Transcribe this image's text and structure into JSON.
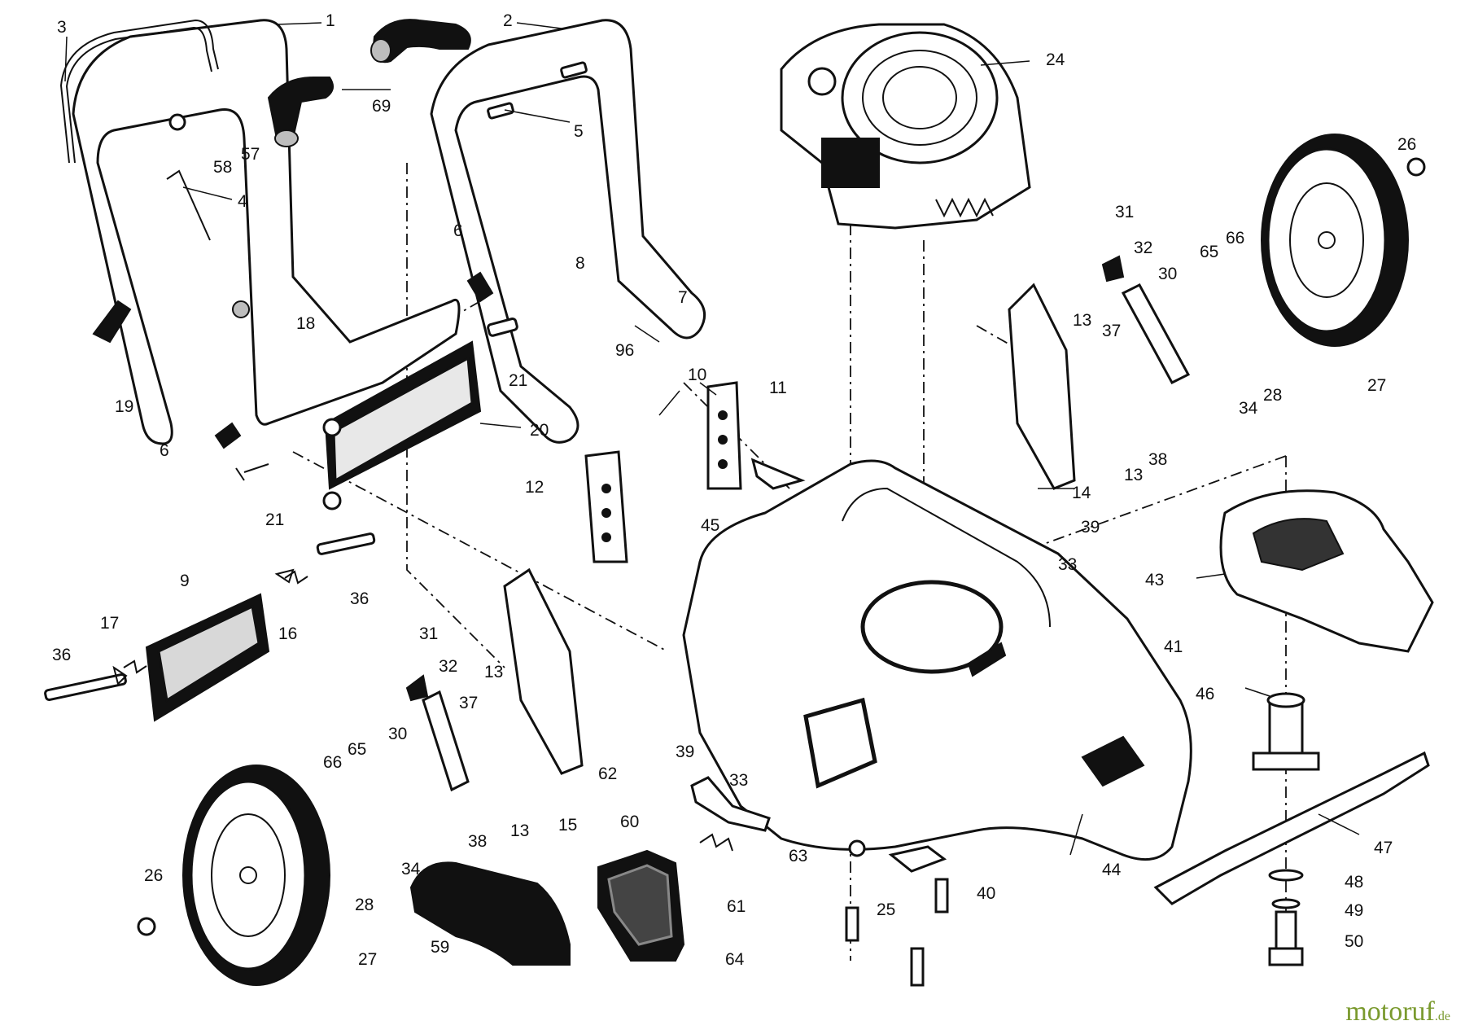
{
  "diagram": {
    "callouts": [
      {
        "id": "c1",
        "text": "1"
      },
      {
        "id": "c2",
        "text": "2"
      },
      {
        "id": "c3",
        "text": "3"
      },
      {
        "id": "c4",
        "text": "4"
      },
      {
        "id": "c5",
        "text": "5"
      },
      {
        "id": "c6a",
        "text": "6"
      },
      {
        "id": "c6b",
        "text": "6"
      },
      {
        "id": "c7",
        "text": "7"
      },
      {
        "id": "c8",
        "text": "8"
      },
      {
        "id": "c9",
        "text": "9"
      },
      {
        "id": "c10",
        "text": "10"
      },
      {
        "id": "c11",
        "text": "11"
      },
      {
        "id": "c12",
        "text": "12"
      },
      {
        "id": "c13a",
        "text": "13"
      },
      {
        "id": "c13b",
        "text": "13"
      },
      {
        "id": "c13c",
        "text": "13"
      },
      {
        "id": "c13d",
        "text": "13"
      },
      {
        "id": "c14",
        "text": "14"
      },
      {
        "id": "c15",
        "text": "15"
      },
      {
        "id": "c16",
        "text": "16"
      },
      {
        "id": "c17",
        "text": "17"
      },
      {
        "id": "c18",
        "text": "18"
      },
      {
        "id": "c19",
        "text": "19"
      },
      {
        "id": "c20",
        "text": "20"
      },
      {
        "id": "c21a",
        "text": "21"
      },
      {
        "id": "c21b",
        "text": "21"
      },
      {
        "id": "c24",
        "text": "24"
      },
      {
        "id": "c25",
        "text": "25"
      },
      {
        "id": "c26a",
        "text": "26"
      },
      {
        "id": "c26b",
        "text": "26"
      },
      {
        "id": "c27a",
        "text": "27"
      },
      {
        "id": "c27b",
        "text": "27"
      },
      {
        "id": "c28a",
        "text": "28"
      },
      {
        "id": "c28b",
        "text": "28"
      },
      {
        "id": "c30a",
        "text": "30"
      },
      {
        "id": "c30b",
        "text": "30"
      },
      {
        "id": "c31a",
        "text": "31"
      },
      {
        "id": "c31b",
        "text": "31"
      },
      {
        "id": "c32a",
        "text": "32"
      },
      {
        "id": "c32b",
        "text": "32"
      },
      {
        "id": "c33a",
        "text": "33"
      },
      {
        "id": "c33b",
        "text": "33"
      },
      {
        "id": "c34a",
        "text": "34"
      },
      {
        "id": "c34b",
        "text": "34"
      },
      {
        "id": "c36a",
        "text": "36"
      },
      {
        "id": "c36b",
        "text": "36"
      },
      {
        "id": "c37a",
        "text": "37"
      },
      {
        "id": "c37b",
        "text": "37"
      },
      {
        "id": "c38a",
        "text": "38"
      },
      {
        "id": "c38b",
        "text": "38"
      },
      {
        "id": "c39a",
        "text": "39"
      },
      {
        "id": "c39b",
        "text": "39"
      },
      {
        "id": "c40",
        "text": "40"
      },
      {
        "id": "c41",
        "text": "41"
      },
      {
        "id": "c43",
        "text": "43"
      },
      {
        "id": "c44",
        "text": "44"
      },
      {
        "id": "c45",
        "text": "45"
      },
      {
        "id": "c46",
        "text": "46"
      },
      {
        "id": "c47",
        "text": "47"
      },
      {
        "id": "c48",
        "text": "48"
      },
      {
        "id": "c49",
        "text": "49"
      },
      {
        "id": "c50",
        "text": "50"
      },
      {
        "id": "c57",
        "text": "57"
      },
      {
        "id": "c58",
        "text": "58"
      },
      {
        "id": "c59",
        "text": "59"
      },
      {
        "id": "c60",
        "text": "60"
      },
      {
        "id": "c61",
        "text": "61"
      },
      {
        "id": "c62",
        "text": "62"
      },
      {
        "id": "c63",
        "text": "63"
      },
      {
        "id": "c64",
        "text": "64"
      },
      {
        "id": "c65a",
        "text": "65"
      },
      {
        "id": "c65b",
        "text": "65"
      },
      {
        "id": "c66a",
        "text": "66"
      },
      {
        "id": "c66b",
        "text": "66"
      },
      {
        "id": "c69",
        "text": "69"
      },
      {
        "id": "c96",
        "text": "96"
      }
    ]
  },
  "watermark": {
    "brand": "motoruf",
    "domain": ".de"
  }
}
